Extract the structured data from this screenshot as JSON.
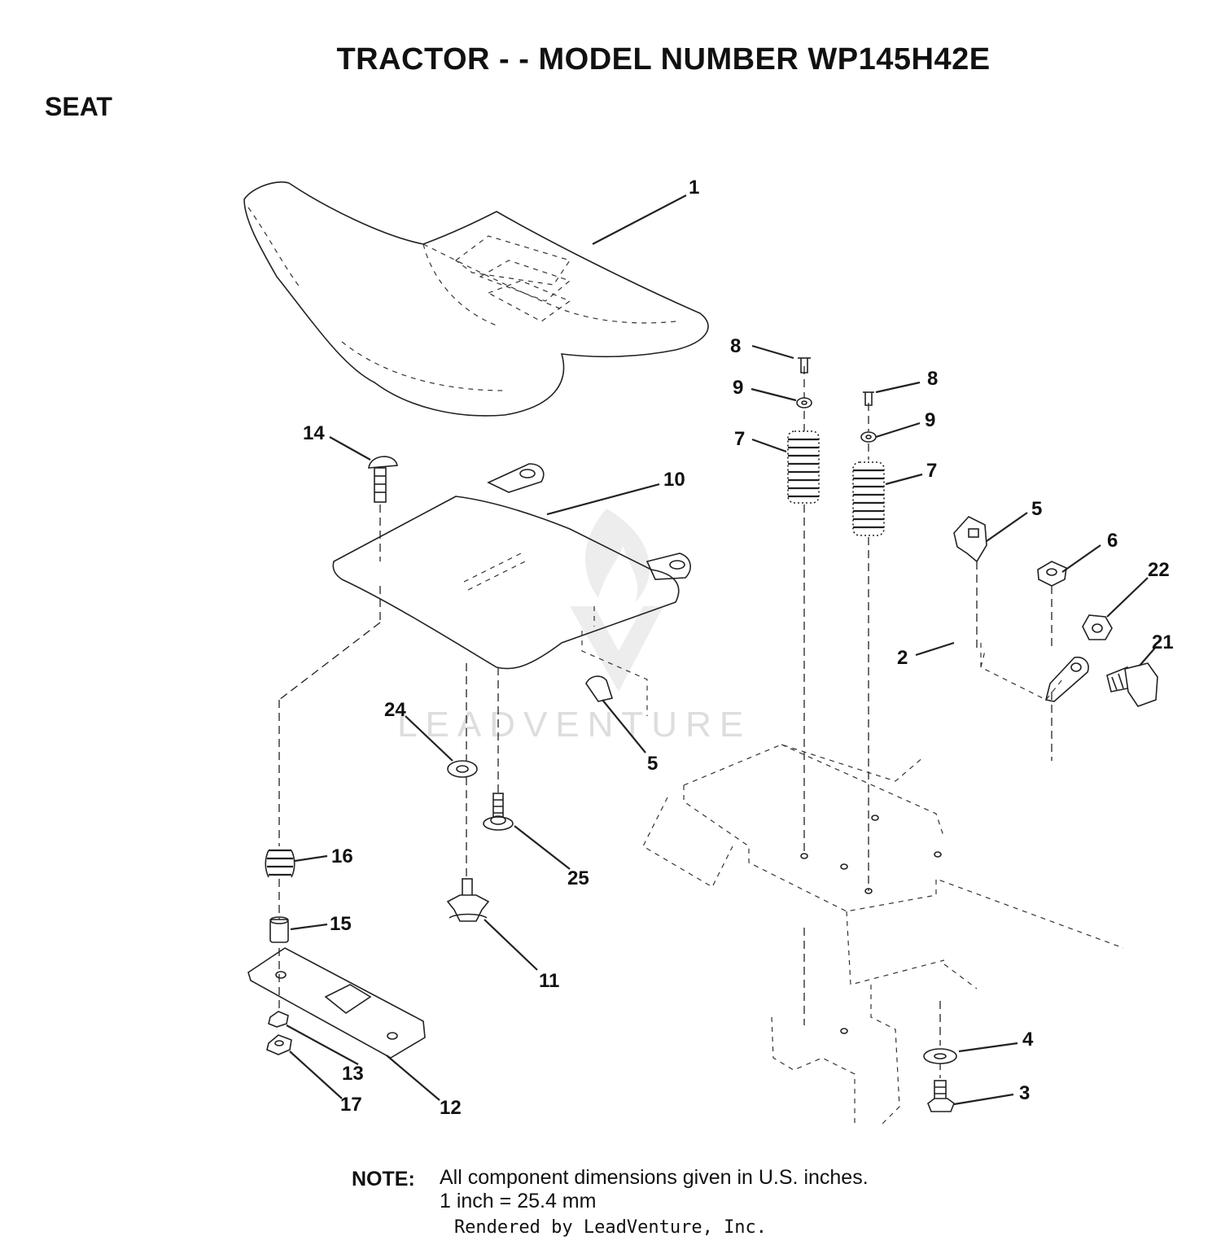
{
  "header": {
    "title": "TRACTOR - - MODEL NUMBER WP145H42E",
    "section": "SEAT"
  },
  "watermark": "LEADVENTURE",
  "callouts": [
    "1",
    "8",
    "9",
    "8",
    "7",
    "9",
    "7",
    "14",
    "10",
    "5",
    "6",
    "22",
    "2",
    "21",
    "24",
    "5",
    "16",
    "25",
    "15",
    "11",
    "4",
    "3",
    "13",
    "12",
    "17"
  ],
  "note": {
    "label": "NOTE:",
    "line1": "All component  dimensions given in U.S. inches.",
    "line2": "1 inch = 25.4 mm"
  },
  "footer": "Rendered by LeadVenture, Inc."
}
